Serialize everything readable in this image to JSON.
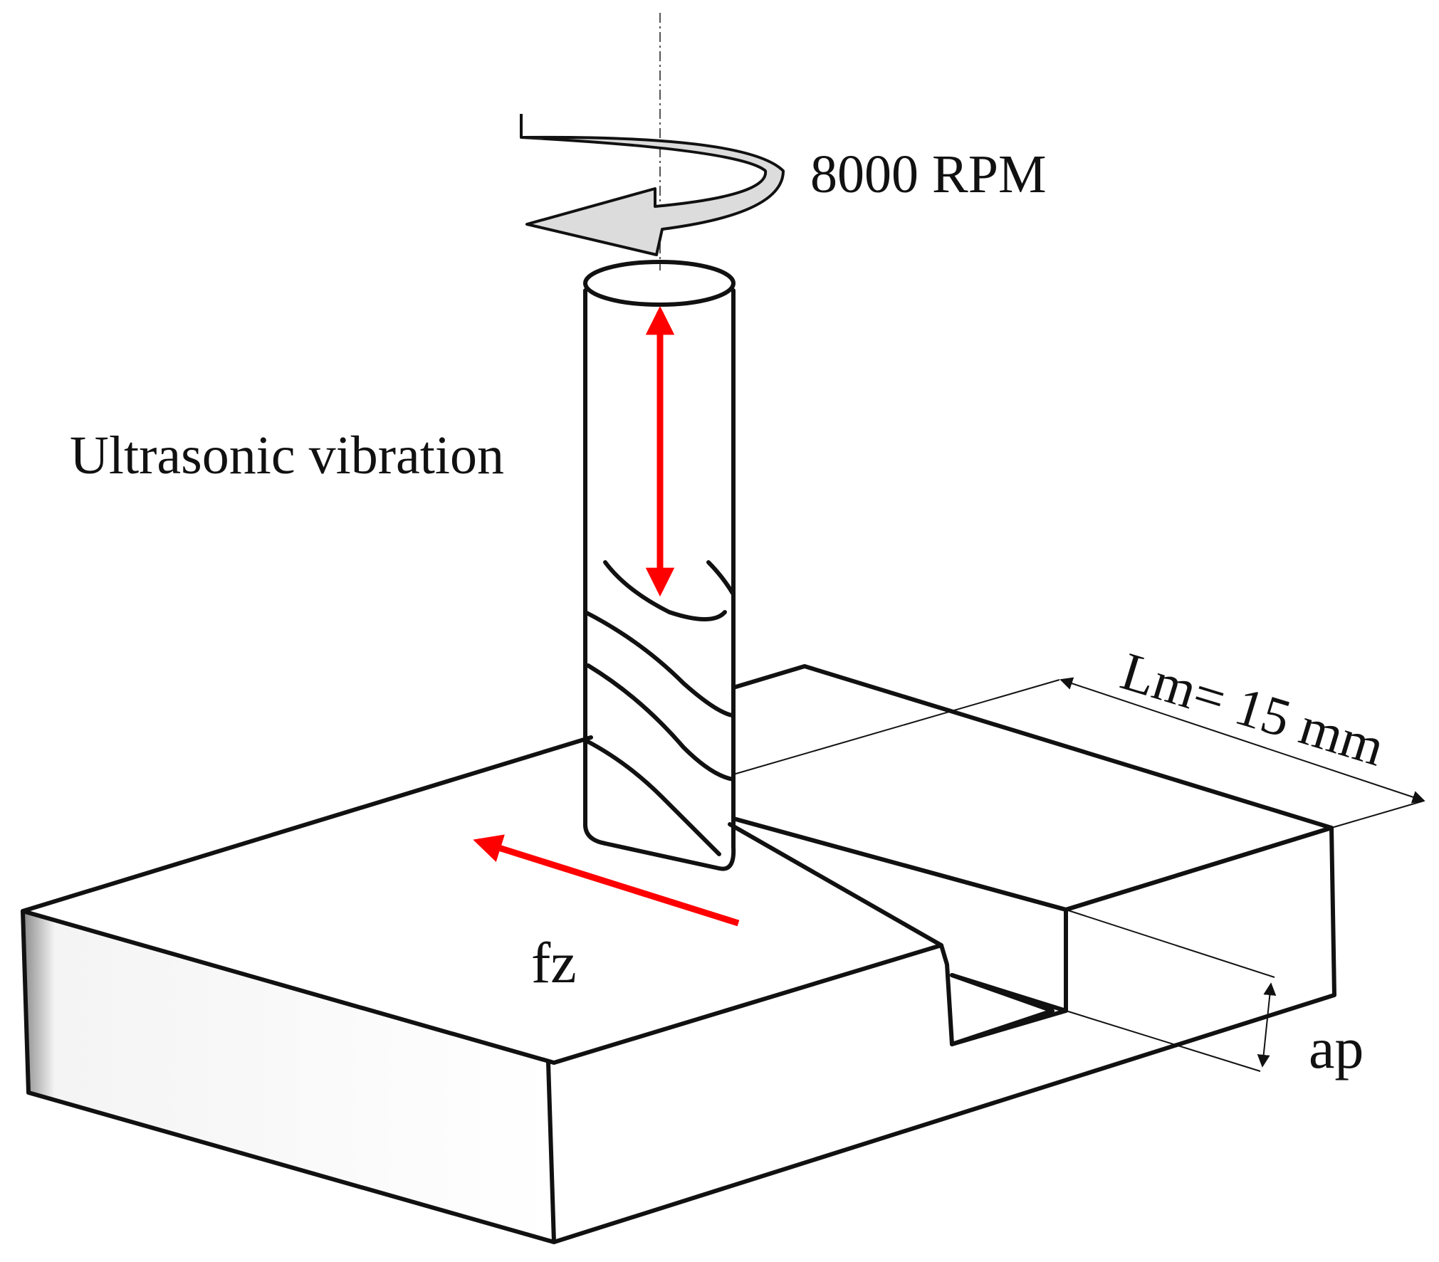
{
  "figure": {
    "labels": {
      "rpm": "8000 RPM",
      "vibration": "Ultrasonic vibration",
      "feed": "fz",
      "length": "Lm= 15 mm",
      "depth": "ap"
    },
    "colors": {
      "line": "#111111",
      "motion_arrow": "#ff0000",
      "rotation_arrow_fill": "#dcdcdc",
      "background": "#ffffff"
    },
    "icons": {
      "rotation": "curved-rotation-arrow",
      "vibration": "double-headed-arrow",
      "feed": "straight-arrow",
      "dimension": "dimension-arrow"
    }
  }
}
